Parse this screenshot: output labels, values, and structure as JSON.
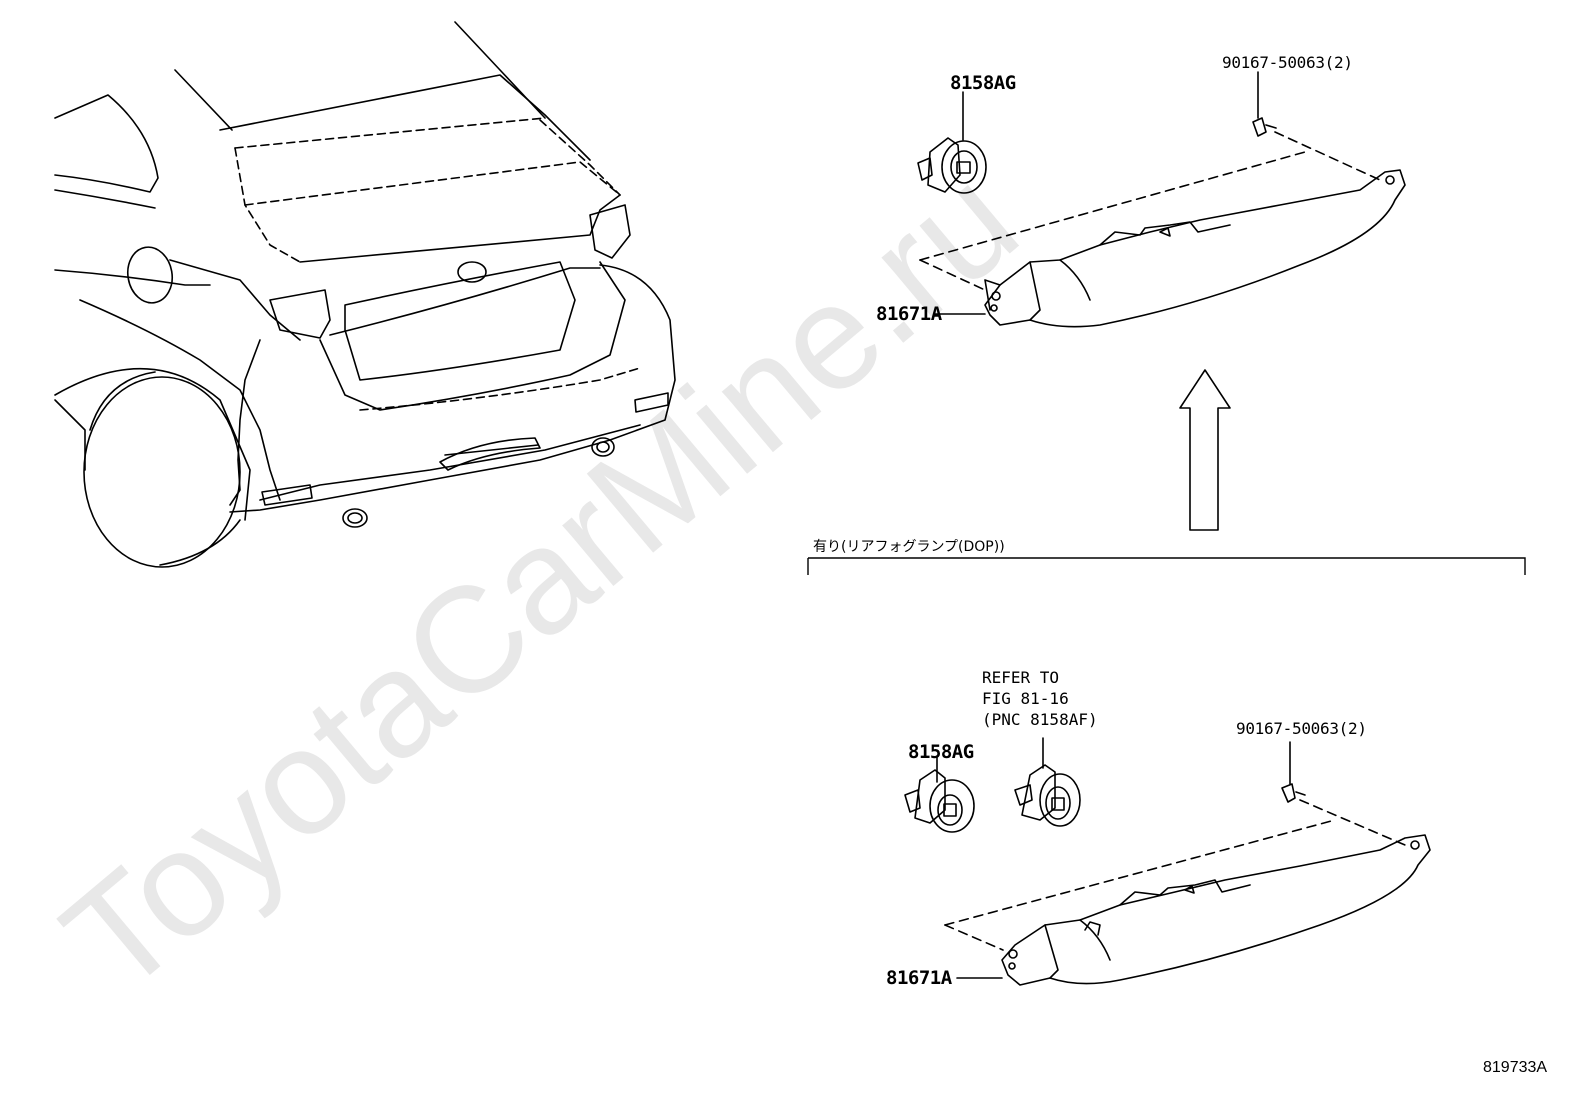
{
  "watermark": "ToyotaCarMine.ru",
  "colors": {
    "line": "#000000",
    "watermark": "#e8e8e8",
    "background": "#ffffff"
  },
  "upper_group": {
    "labels": {
      "bulb": "8158AG",
      "screw": "90167-50063(2)",
      "lamp": "81671A"
    }
  },
  "condition_bracket": {
    "text": "有り(リアフォグランプ(DOP))"
  },
  "lower_group": {
    "labels": {
      "bulb": "8158AG",
      "reference": "REFER TO\nFIG 81-16\n(PNC 8158AF)",
      "screw": "90167-50063(2)",
      "lamp": "81671A"
    }
  },
  "figure_code": "819733A"
}
